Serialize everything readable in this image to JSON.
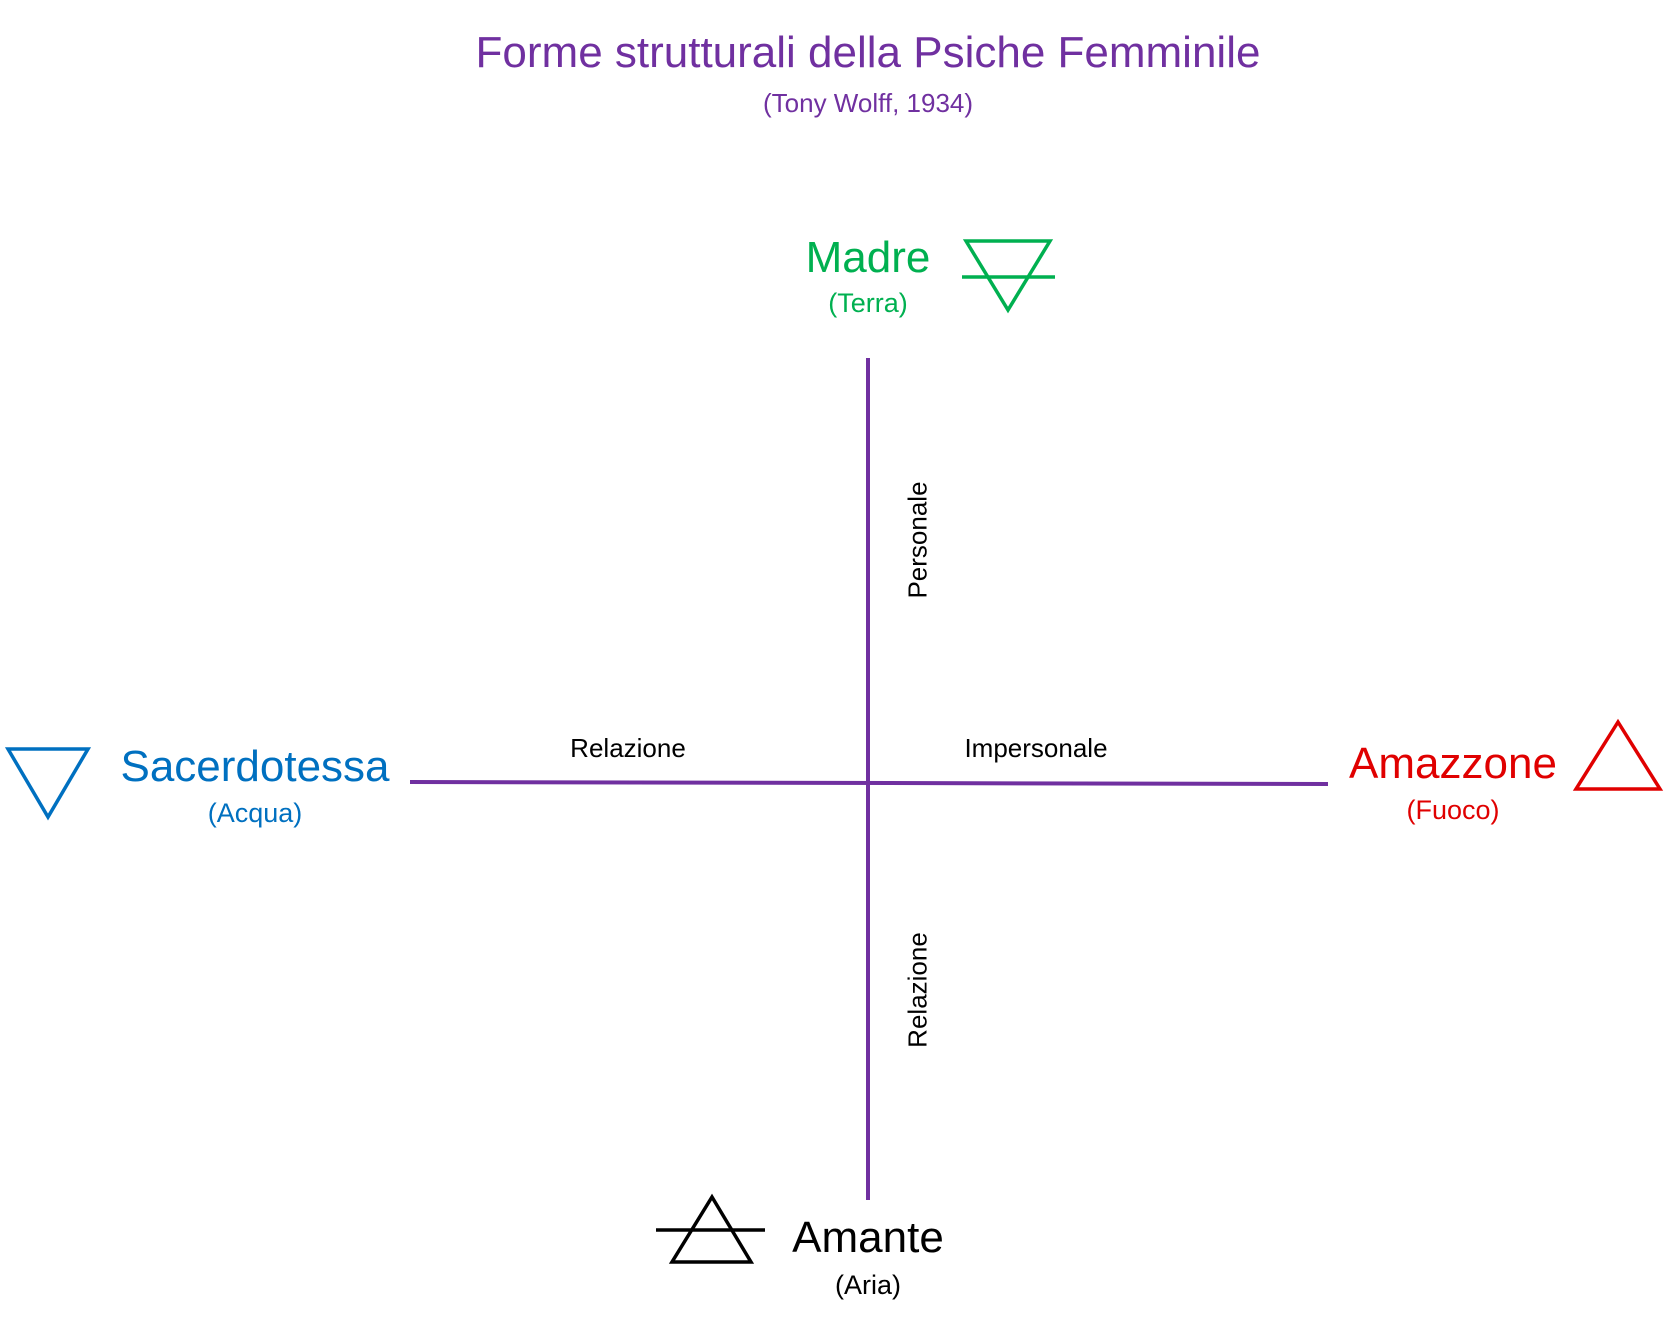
{
  "title": "Forme strutturali della Psiche Femminile",
  "subtitle": "(Tony Wolff, 1934)",
  "colors": {
    "title": "#7030a0",
    "axis": "#7030a0",
    "madre": "#00b050",
    "sacerdotessa": "#0070c0",
    "amazzone": "#e00000",
    "amante": "#000000"
  },
  "nodes": {
    "madre": {
      "name": "Madre",
      "element": "(Terra)",
      "symbol": "earth-symbol-icon"
    },
    "sacerdotessa": {
      "name": "Sacerdotessa",
      "element": "(Acqua)",
      "symbol": "water-symbol-icon"
    },
    "amazzone": {
      "name": "Amazzone",
      "element": "(Fuoco)",
      "symbol": "fire-symbol-icon"
    },
    "amante": {
      "name": "Amante",
      "element": "(Aria)",
      "symbol": "air-symbol-icon"
    }
  },
  "axis_labels": {
    "top": "Personale",
    "bottom": "Relazione",
    "left": "Relazione",
    "right": "Impersonale"
  }
}
